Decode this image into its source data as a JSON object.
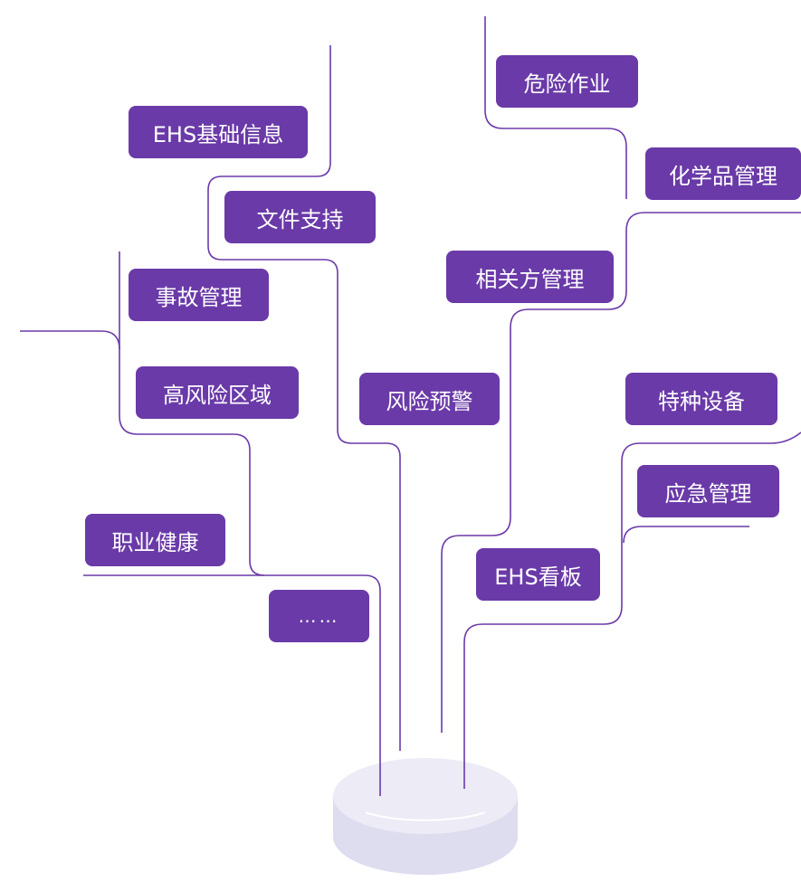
{
  "nodes": {
    "ehs_basic_info": "EHS基础信息",
    "file_support": "文件支持",
    "accident_mgmt": "事故管理",
    "high_risk_area": "高风险区域",
    "occupational_health": "职业健康",
    "more": "……",
    "dangerous_work": "危险作业",
    "chemical_mgmt": "化学品管理",
    "related_party_mgmt": "相关方管理",
    "risk_warning": "风险预警",
    "special_equipment": "特种设备",
    "emergency_mgmt": "应急管理",
    "ehs_dashboard": "EHS看板"
  },
  "colors": {
    "node_fill": "#6a3aa8",
    "node_text": "#ffffff",
    "line": "#6a3aa8",
    "base_top": "#ecebf6",
    "base_side": "#dedcef"
  }
}
